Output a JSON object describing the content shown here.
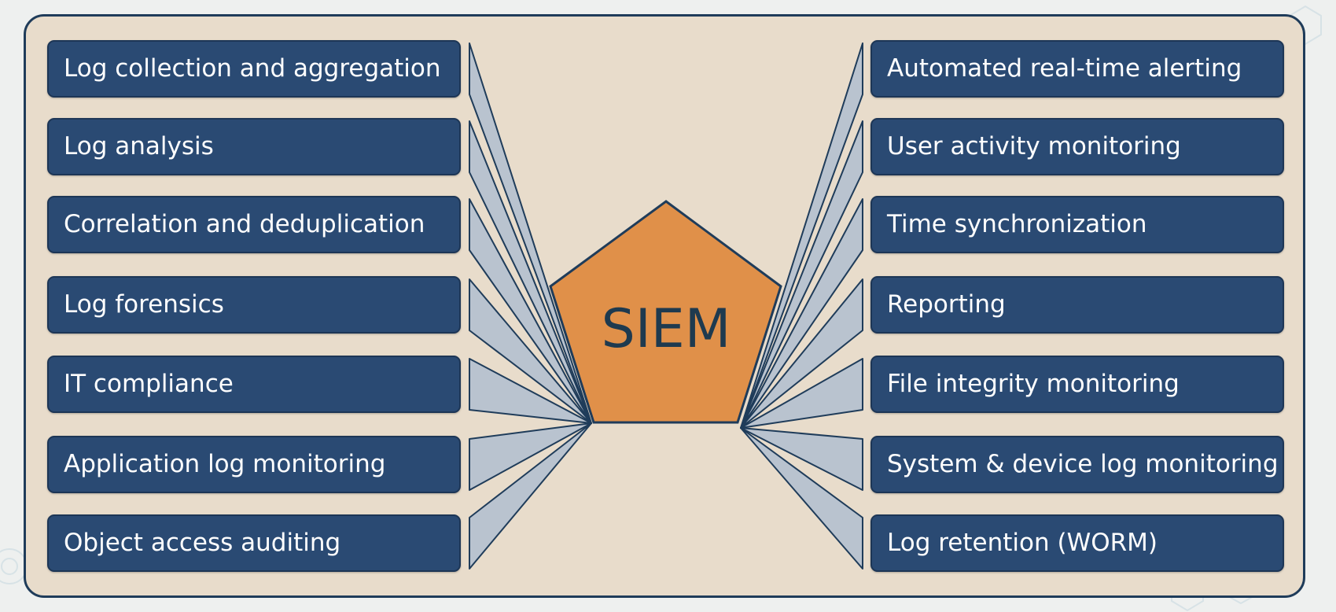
{
  "center": {
    "label": "SIEM",
    "fill_color": "#e09049",
    "stroke_color": "#1f3c5a"
  },
  "left_features": [
    {
      "label": "Log collection and aggregation"
    },
    {
      "label": "Log analysis"
    },
    {
      "label": "Correlation and deduplication"
    },
    {
      "label": "Log forensics"
    },
    {
      "label": "IT compliance"
    },
    {
      "label": "Application log monitoring"
    },
    {
      "label": "Object access auditing"
    }
  ],
  "right_features": [
    {
      "label": "Automated real-time alerting"
    },
    {
      "label": "User activity monitoring"
    },
    {
      "label": "Time synchronization"
    },
    {
      "label": "Reporting"
    },
    {
      "label": "File integrity monitoring"
    },
    {
      "label": "System & device log monitoring"
    },
    {
      "label": "Log retention (WORM)"
    }
  ],
  "colors": {
    "panel_background": "#e8dccb",
    "box_fill": "#2a4a73",
    "connector_fill": "#b9c3cf",
    "border": "#1f3c5a"
  }
}
